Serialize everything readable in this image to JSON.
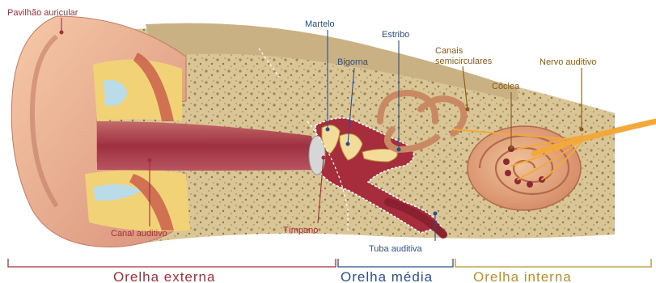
{
  "labels": {
    "pavilhao": "Pavilhão auricular",
    "martelo": "Martelo",
    "estribo": "Estribo",
    "bigorna": "Bigorna",
    "canais": "Canais",
    "semicirculares": "semicirculares",
    "nervo": "Nervo auditivo",
    "coclea": "Cóclea",
    "timpano": "Tímpano",
    "canal": "Canal auditivo",
    "tuba": "Tuba auditiva"
  },
  "sections": {
    "externa": "Orelha externa",
    "media": "Orelha média",
    "interna": "Orelha interna"
  },
  "colors": {
    "external": "#a0303a",
    "middle": "#2c4f8a",
    "internal": "#b8902a"
  }
}
